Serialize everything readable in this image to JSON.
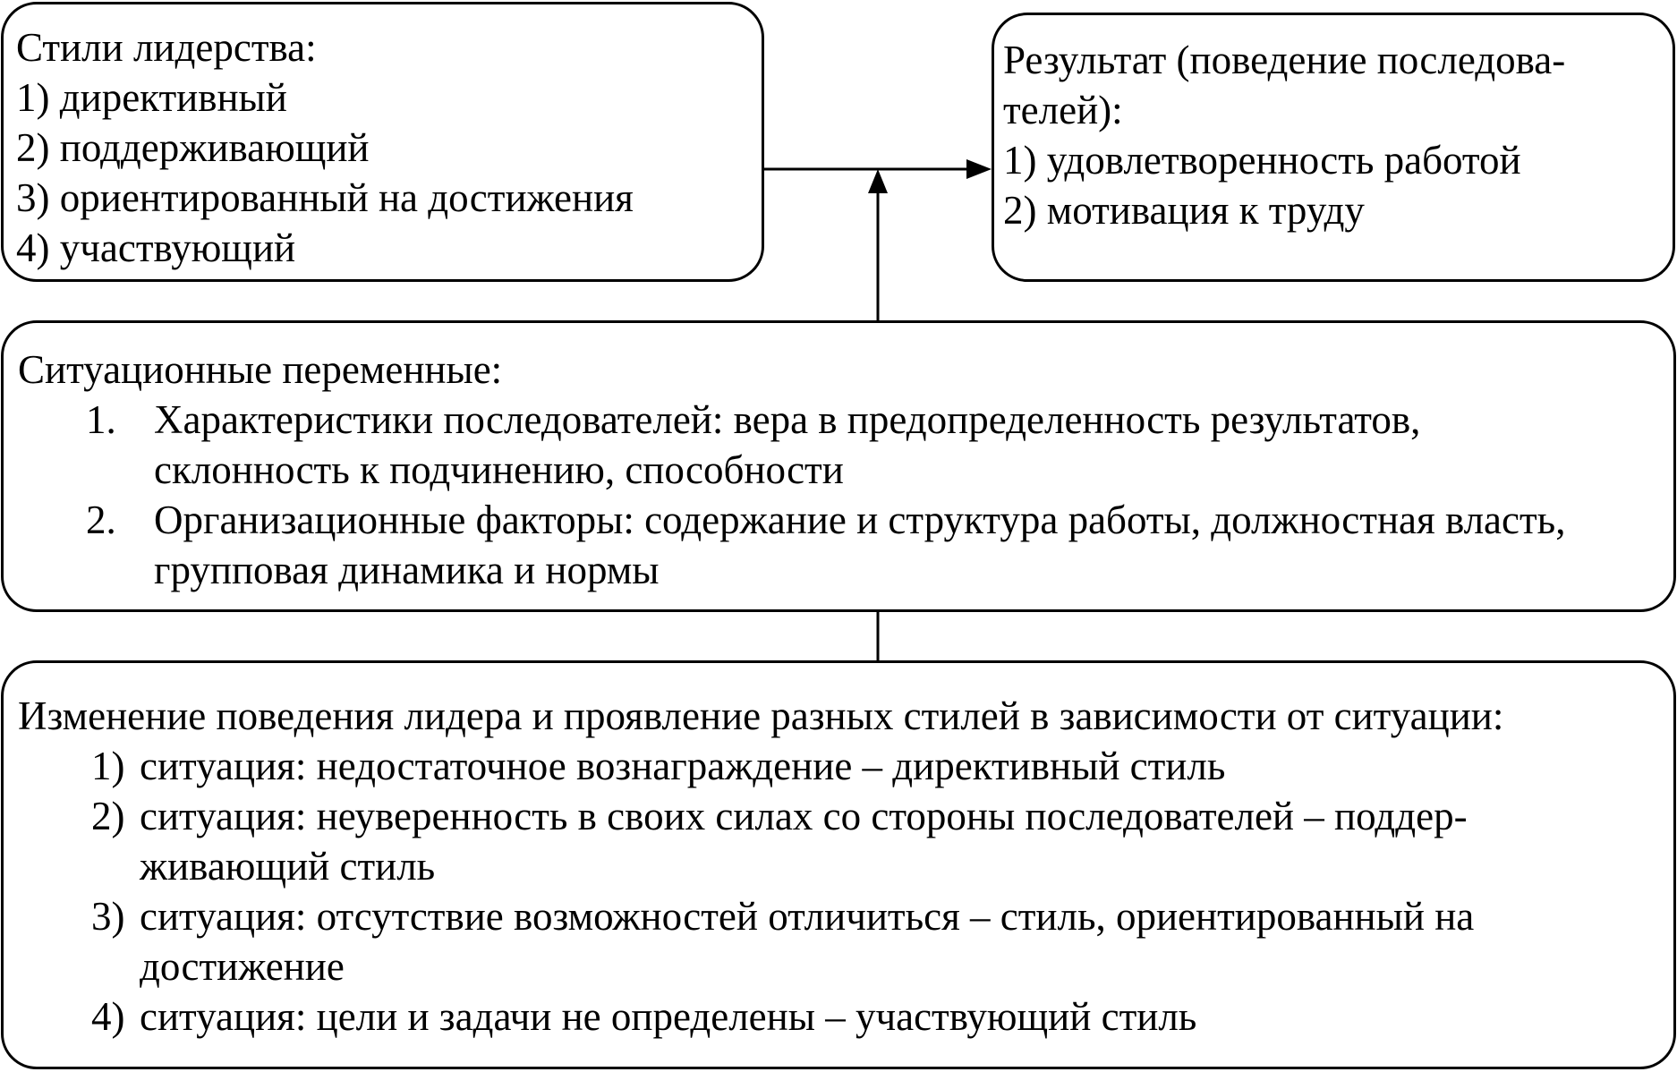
{
  "styles_box": {
    "title": "Стили лидерства:",
    "items": [
      "1) директивный",
      "2) поддерживающий",
      "3) ориентированный на достижения",
      "4) участвующий"
    ]
  },
  "result_box": {
    "title_line1": "Результат (поведение последова-",
    "title_line2": "телей):",
    "items": [
      "1) удовлетворенность работой",
      "2) мотивация к труду"
    ]
  },
  "situational_box": {
    "title": "Ситуационные переменные:",
    "items": [
      {
        "num": "1.",
        "text": "Характеристики последователей: вера в предопределенность результатов, склонность к подчинению, способности"
      },
      {
        "num": "2.",
        "text": "Организационные факторы: содержание и структура работы, должностная власть, групповая динамика и нормы"
      }
    ]
  },
  "change_box": {
    "title": "Изменение поведения лидера и проявление разных стилей в зависимости от ситуации:",
    "items": [
      {
        "num": "1)",
        "text": "ситуация: недостаточное вознаграждение – директивный стиль"
      },
      {
        "num": "2)",
        "text": "ситуация: неуверенность в своих силах со стороны последователей – поддер-живающий стиль"
      },
      {
        "num": "3)",
        "text": "ситуация: отсутствие возможностей отличиться – стиль, ориентированный на достижение"
      },
      {
        "num": "4)",
        "text": "ситуация: цели и задачи не определены – участвующий стиль"
      }
    ]
  },
  "colors": {
    "line": "#000000",
    "background": "#ffffff"
  }
}
